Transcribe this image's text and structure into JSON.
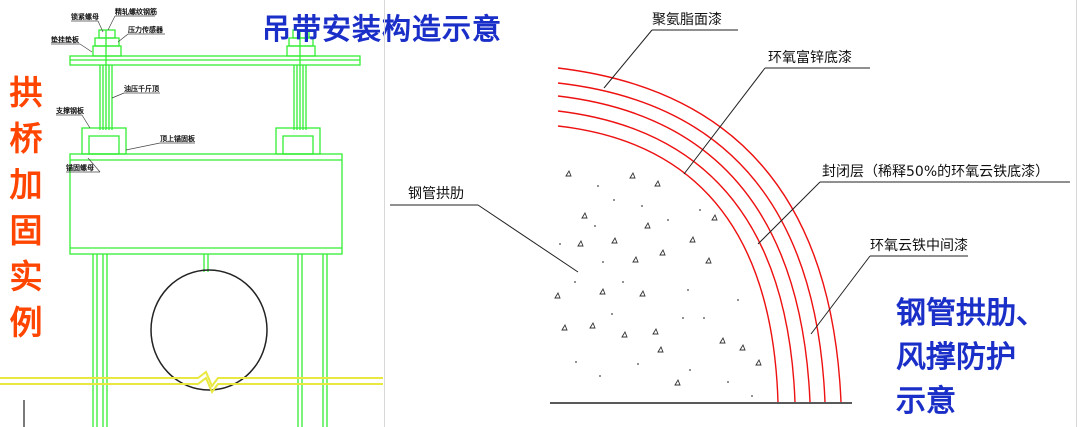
{
  "left_panel": {
    "side_title": [
      "拱",
      "桥",
      "加",
      "固",
      "实",
      "例"
    ],
    "main_title": "吊带安装构造示意",
    "labels": {
      "top_nut": "精轧螺纹钢筋",
      "lock_nut": "锁紧螺母",
      "pressure_sensor": "压力传感器",
      "anchor_plate": "垫挂垫板",
      "hydraulic_jack": "油压千斤顶",
      "support_plate": "支撑钢板",
      "upper_anchor_plate": "顶上锚固板",
      "anchor_nut": "锚固螺母"
    }
  },
  "right_panel": {
    "title_lines": [
      "钢管拱肋、",
      "风撑防护",
      "示意"
    ],
    "labels": {
      "polyurethane": "聚氨脂面漆",
      "epoxy_zinc": "环氧富锌底漆",
      "seal_layer": "封闭层（稀释50%的环氧云铁底漆）",
      "steel_rib": "钢管拱肋",
      "epoxy_mio": "环氧云铁中间漆"
    }
  },
  "colors": {
    "drawing_green": "#33ee33",
    "coating_red": "#ee1111",
    "title_blue": "#1a2ec8",
    "side_orange": "#ff4500",
    "yellow_ground": "#e8e840"
  }
}
